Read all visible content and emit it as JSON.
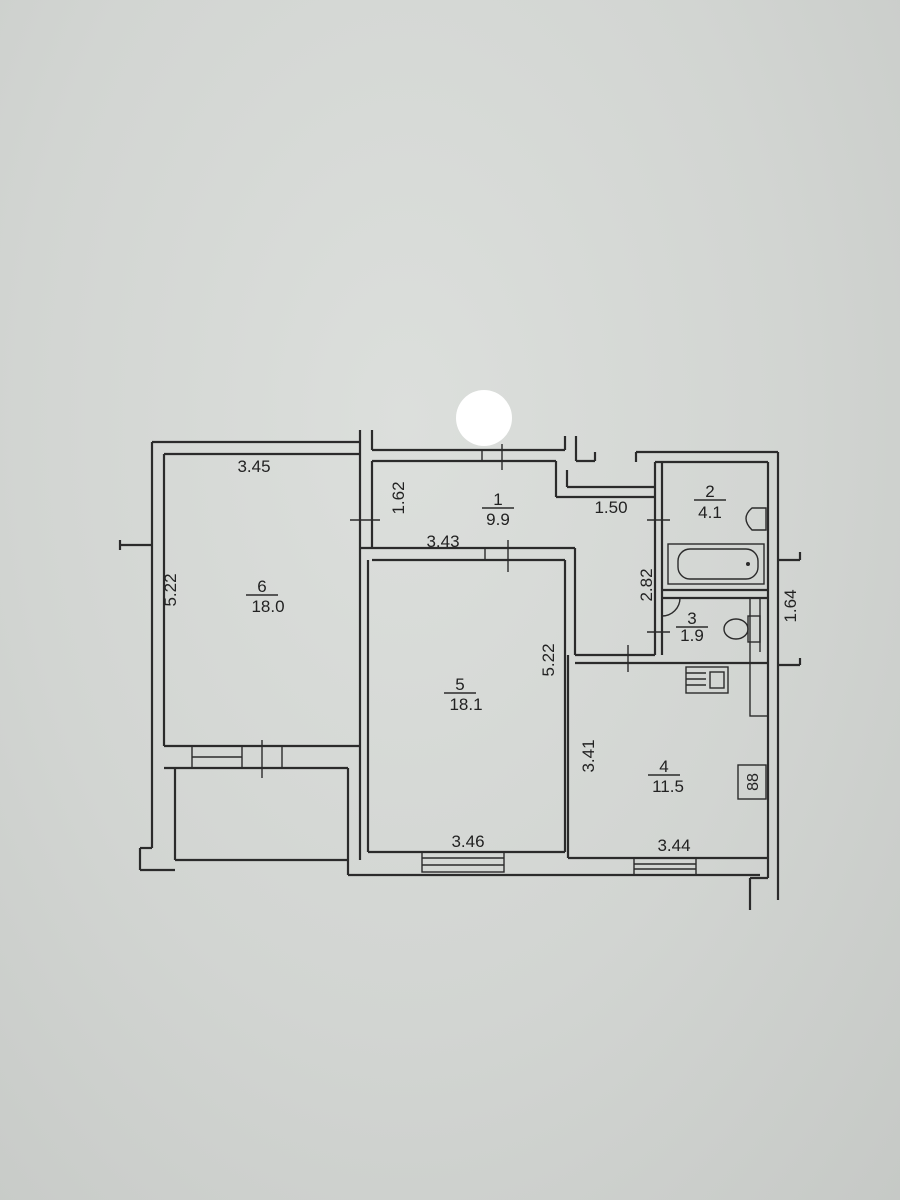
{
  "rooms": [
    {
      "number": "1",
      "area": "9.9"
    },
    {
      "number": "2",
      "area": "4.1"
    },
    {
      "number": "3",
      "area": "1.9"
    },
    {
      "number": "4",
      "area": "11.5"
    },
    {
      "number": "5",
      "area": "18.1"
    },
    {
      "number": "6",
      "area": "18.0"
    }
  ],
  "dimensions": {
    "room6_width": "3.45",
    "room6_height": "5.22",
    "hall_depth": "1.62",
    "room5_top": "3.43",
    "room5_right": "5.22",
    "room5_bottom": "3.46",
    "corridor_width": "1.50",
    "corridor_height": "2.82",
    "bath_outer": "1.64",
    "kitchen_height": "3.41",
    "kitchen_bottom": "3.44"
  },
  "stove_symbol": "88",
  "colors": {
    "line": "#2b2b2b",
    "paper": "#d4d7d4"
  }
}
